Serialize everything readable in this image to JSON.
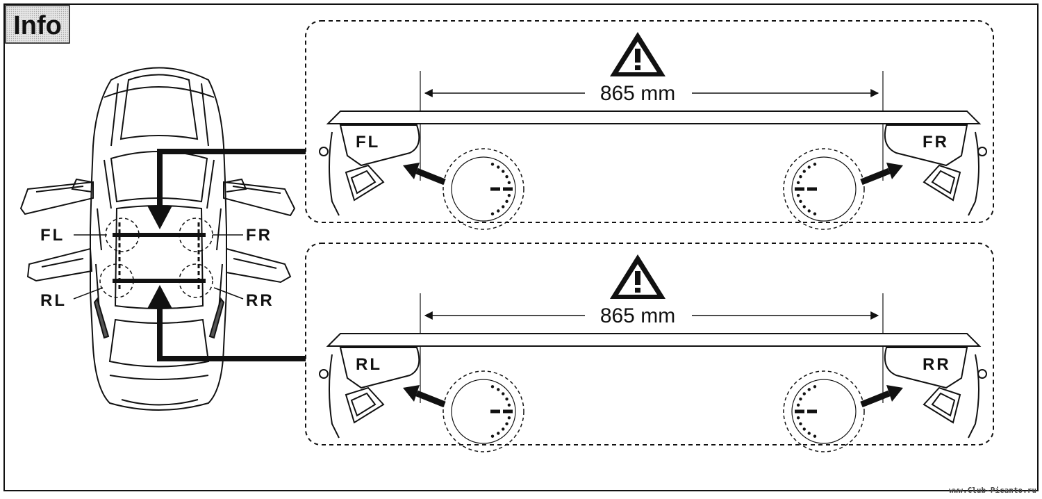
{
  "badge": {
    "label": "Info"
  },
  "positions": {
    "front_left": "FL",
    "front_right": "FR",
    "rear_left": "RL",
    "rear_right": "RR"
  },
  "panels": [
    {
      "id": "front",
      "left_label": "FL",
      "right_label": "FR",
      "dimension": "865 mm"
    },
    {
      "id": "rear",
      "left_label": "RL",
      "right_label": "RR",
      "dimension": "865 mm"
    }
  ],
  "icons": {
    "warning": "warning-triangle-icon"
  },
  "colors": {
    "ink": "#111111",
    "badge_bg": "#d8d8d8",
    "paper": "#ffffff"
  },
  "watermark": "www.Club-Picanto.ru"
}
